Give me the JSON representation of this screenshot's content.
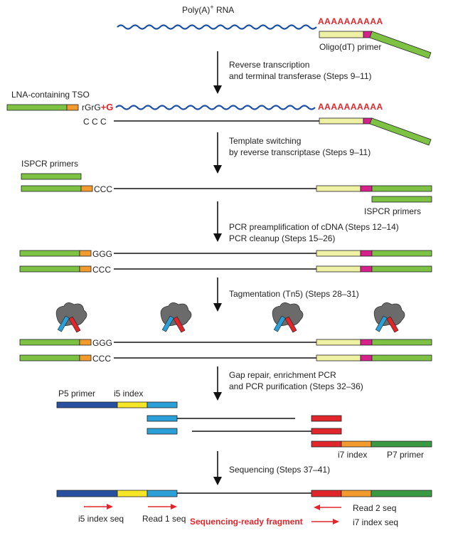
{
  "labels": {
    "polya_prefix": "Poly(A)",
    "polya_sup": "+",
    "polya_suffix": " RNA",
    "polya_tail": "AAAAAAAAAA",
    "oligo": "Oligo(dT) primer",
    "step1_line1": "Reverse transcription",
    "step1_line2": "and terminal transferase (Steps 9–11)",
    "tso": "LNA-containing TSO",
    "tso_rg1": "rG",
    "tso_rg2": "rG",
    "tso_plusg": "+G",
    "ccc_spaced": "C C C",
    "step2_line1": "Template switching",
    "step2_line2": "by reverse transcriptase (Steps 9–11)",
    "ispcr_top": "ISPCR primers",
    "ccc": "CCC",
    "ggg": "GGG",
    "ispcr_bottom": "ISPCR primers",
    "step3_line1": "PCR preamplification of cDNA (Steps 12–14)",
    "step3_line2": "PCR cleanup (Steps 15–26)",
    "step4": "Tagmentation (Tn5) (Steps 28–31)",
    "step5_line1": "Gap repair, enrichment PCR",
    "step5_line2": "and PCR purification (Steps 32–36)",
    "p5": "P5 primer",
    "i5": "i5 index",
    "i7": "i7 index",
    "p7": "P7 primer",
    "step6": "Sequencing (Steps 37–41)",
    "i5_seq": "i5 index seq",
    "read1": "Read 1 seq",
    "ready": "Sequencing-ready fragment",
    "read2": "Read 2 seq",
    "i7_seq": "i7 index seq"
  },
  "colors": {
    "green": "#7dc242",
    "orange": "#f29a2e",
    "pale_yellow": "#eef0a4",
    "magenta": "#d6208c",
    "rna_blue": "#1b4fa8",
    "dark_blue": "#2850a0",
    "yellow": "#f6e627",
    "cyan": "#2a9fd8",
    "red": "#e0252b",
    "dark_green": "#3a9a43",
    "tn5_grey": "#6b6b6b",
    "arrow_red": "#e0252b"
  }
}
